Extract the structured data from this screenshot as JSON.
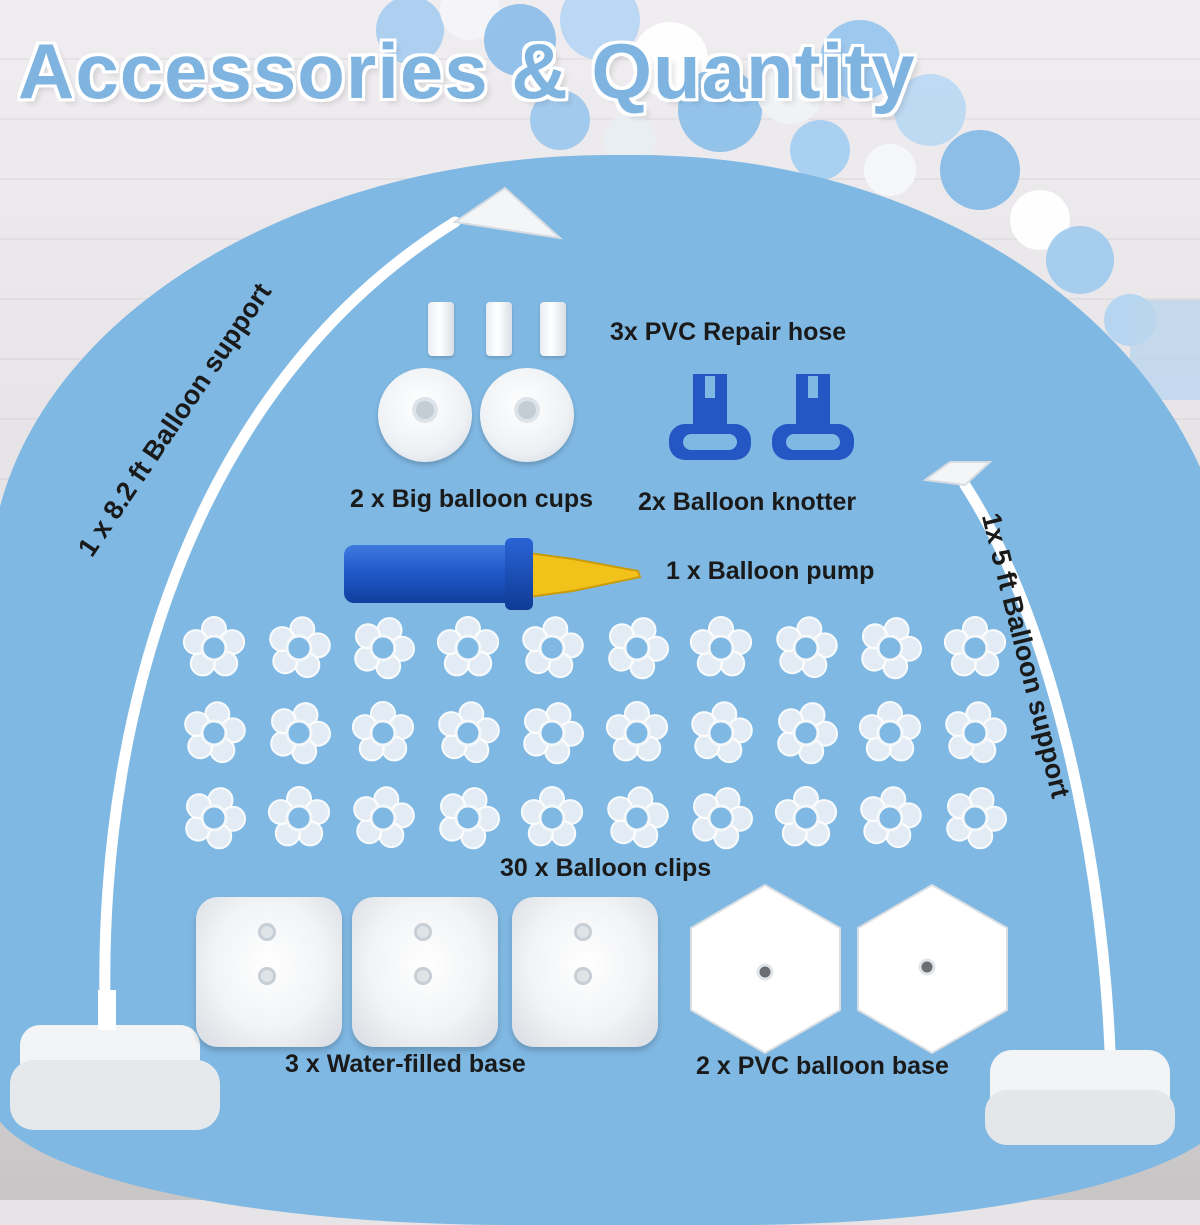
{
  "title": "Accessories & Quantity",
  "labels": {
    "big_support": "1 x 8.2 ft Balloon support",
    "small_support": "1x 5 ft Balloon support",
    "repair_hose": "3x PVC Repair hose",
    "balloon_cups": "2 x Big balloon cups",
    "knotter": "2x Balloon knotter",
    "pump": "1 x Balloon pump",
    "clips": "30 x Balloon clips",
    "water_base": "3 x Water-filled base",
    "pvc_base": "2 x PVC balloon base"
  },
  "colors": {
    "title": "#7fb4e0",
    "panel": "#7fb8e3",
    "pump_blue": "#1f56c8",
    "pump_yellow": "#f2c21b",
    "knotter_blue": "#2456c4"
  },
  "counts": {
    "repair_hose": 3,
    "balloon_cups": 2,
    "knotter": 2,
    "pump": 1,
    "clips": 30,
    "water_base": 3,
    "pvc_base": 2
  }
}
